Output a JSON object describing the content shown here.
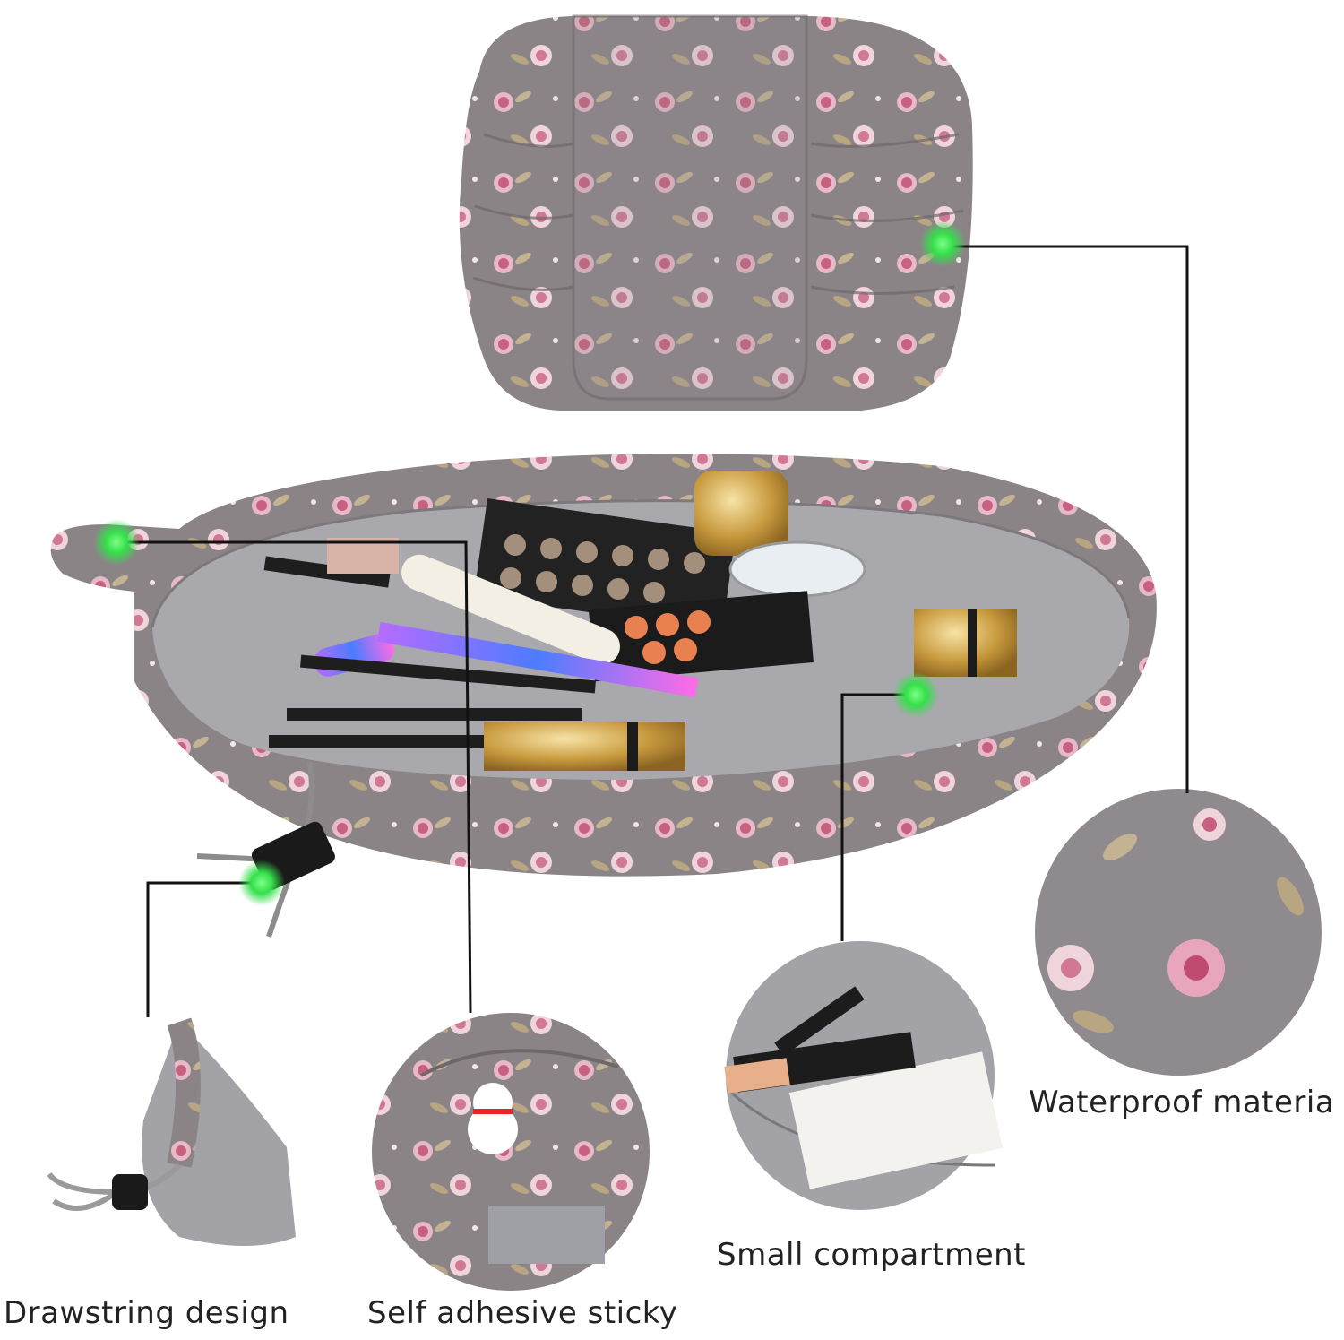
{
  "features": [
    {
      "id": "waterproof",
      "label": "Waterproof materia"
    },
    {
      "id": "small-compartment",
      "label": "Small compartment"
    },
    {
      "id": "drawstring",
      "label": "Drawstring design"
    },
    {
      "id": "self-adhesive",
      "label": "Self adhesive sticky"
    }
  ],
  "colors": {
    "fabric": "#8a8487",
    "lining": "#a9a8ad",
    "rose": "#d98aa5",
    "leaf": "#b9a98a",
    "marker": "#34e04a",
    "leader_line": "#111111"
  }
}
